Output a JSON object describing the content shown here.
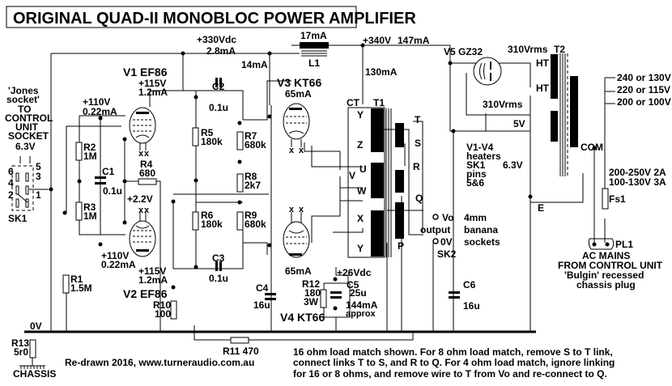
{
  "title": "ORIGINAL QUAD-II MONOBLOC POWER AMPLIFIER",
  "rails": {
    "hv1": "+330Vdc",
    "hv1_current": "2.8mA",
    "hv2": "+340V",
    "hv2_current": "147mA",
    "v3_current_branch": "14mA",
    "ct_current": "130mA",
    "ground": "0V"
  },
  "choke": {
    "name": "L1",
    "current": "17mA"
  },
  "input_socket": {
    "label_lines": [
      "'Jones",
      "socket'",
      "TO",
      "CONTROL",
      "UNIT",
      "SOCKET"
    ],
    "heater_voltage": "6.3V",
    "name": "SK1",
    "pins": [
      "6",
      "5",
      "4",
      "3",
      "2",
      "1"
    ]
  },
  "tubes": {
    "v1": {
      "name": "V1 EF86",
      "anode_v": "+115V",
      "anode_i": "1.2mA",
      "screen_v": "+110V",
      "screen_i": "0.22mA"
    },
    "v2": {
      "name": "V2 EF86",
      "anode_v": "+115V",
      "anode_i": "1.2mA",
      "screen_v": "+110V",
      "screen_i": "0.22mA"
    },
    "v3": {
      "name": "V3 KT66",
      "current": "65mA"
    },
    "v4": {
      "name": "V4 KT66",
      "current": "65mA"
    },
    "v5": {
      "name": "V5 GZ32"
    },
    "cathode_v": "+2.2V",
    "heater_mark": "x"
  },
  "components": {
    "R1": {
      "name": "R1",
      "value": "1.5M"
    },
    "R2": {
      "name": "R2",
      "value": "1M"
    },
    "R3": {
      "name": "R3",
      "value": "1M"
    },
    "R4": {
      "name": "R4",
      "value": "680"
    },
    "R5": {
      "name": "R5",
      "value": "180k"
    },
    "R6": {
      "name": "R6",
      "value": "180k"
    },
    "R7": {
      "name": "R7",
      "value": "680k"
    },
    "R8": {
      "name": "R8",
      "value": "2k7"
    },
    "R9": {
      "name": "R9",
      "value": "680k"
    },
    "R10": {
      "name": "R10",
      "value": "100"
    },
    "R11": {
      "name": "R11 470"
    },
    "R12": {
      "name": "R12",
      "value": "180",
      "power": "3W"
    },
    "R13": {
      "name": "R13",
      "value": "5r0"
    },
    "C1": {
      "name": "C1",
      "value": "0.1u"
    },
    "C2": {
      "name": "C2",
      "value": "0.1u"
    },
    "C3": {
      "name": "C3",
      "value": "0.1u"
    },
    "C4": {
      "name": "C4",
      "value": "16u"
    },
    "C5": {
      "name": "C5",
      "value": "25u"
    },
    "C6": {
      "name": "C6",
      "value": "16u"
    },
    "Fs1": {
      "name": "Fs1"
    }
  },
  "cathode_bias": {
    "voltage": "+26Vdc",
    "current": "144mA",
    "current_note": "approx"
  },
  "output_transformer": {
    "name": "T1",
    "ct": "CT",
    "primary_taps": [
      "Y",
      "Z",
      "U",
      "V",
      "W",
      "X",
      "Y"
    ],
    "secondary_taps": [
      "T",
      "S",
      "R",
      "Q",
      "P"
    ]
  },
  "output": {
    "vo": "Vo",
    "vo_label": "output",
    "zero": "0V",
    "socket": "SK2",
    "socket_note": [
      "4mm",
      "banana",
      "sockets"
    ]
  },
  "power_transformer": {
    "name": "T2",
    "ht_voltage": "310Vrms",
    "ht_labels": [
      "HT",
      "HT"
    ],
    "rect_heater": "5V",
    "heater_voltage": "6.3V",
    "heater_note": [
      "V1-V4",
      "heaters",
      "SK1",
      "pins",
      "5&6"
    ],
    "primary_taps": [
      "240 or 130V",
      "220 or 115V",
      "200 or 100V"
    ],
    "common": "COM",
    "earth": "E"
  },
  "fuse": {
    "rating_lines": [
      "200-250V 2A",
      "100-130V 3A"
    ]
  },
  "mains": {
    "name": "PL1",
    "lines": [
      "AC MAINS",
      "FROM CONTROL UNIT",
      "'Bulgin' recessed",
      "chassis plug"
    ]
  },
  "chassis": "CHASSIS",
  "credit": "Re-drawn 2016, www.turneraudio.com.au",
  "notes": [
    "16 ohm load match shown.   For 8 ohm load match, remove S to T link,",
    "connect links T to S, and R to Q.  For 4 ohm load match, ignore  linking",
    "for 16 or 8 ohms, and remove wire to T  from  Vo  and re-connect  to Q."
  ]
}
